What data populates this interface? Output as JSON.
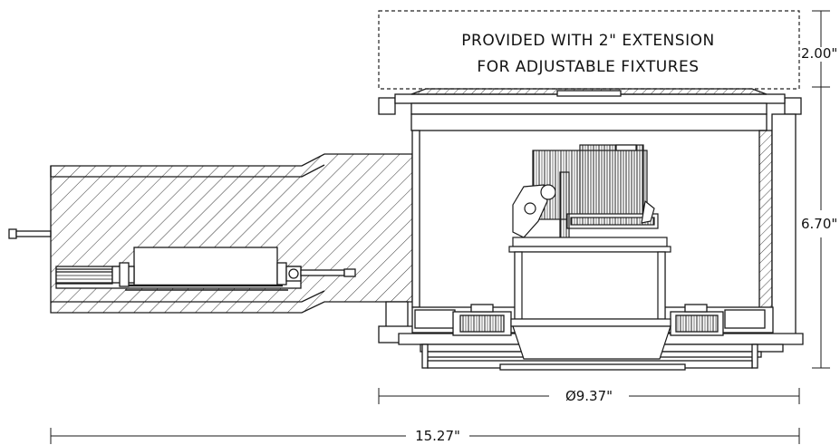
{
  "note": {
    "line1": "PROVIDED WITH 2\" EXTENSION",
    "line2": "FOR ADJUSTABLE FIXTURES"
  },
  "dimensions": {
    "extension_height": "2.00\"",
    "housing_height": "6.70\"",
    "diameter": "Ø9.37\"",
    "overall_length": "15.27\""
  },
  "colors": {
    "line": "#1a1a1a",
    "hatch": "#333333",
    "fill": "#ffffff"
  }
}
